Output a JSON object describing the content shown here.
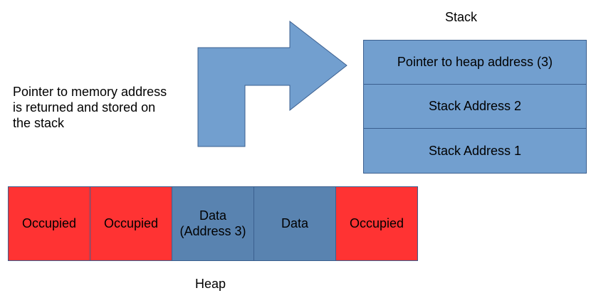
{
  "caption": {
    "line1": "Pointer to memory address",
    "line2": "is returned and stored on",
    "line3": "the stack"
  },
  "stack": {
    "title": "Stack",
    "cells": [
      {
        "label": "Pointer to heap address (3)"
      },
      {
        "label": "Stack Address 2"
      },
      {
        "label": "Stack Address 1"
      }
    ]
  },
  "heap": {
    "title": "Heap",
    "cells": [
      {
        "label": "Occupied",
        "kind": "occupied"
      },
      {
        "label": "Occupied",
        "kind": "occupied"
      },
      {
        "label_line1": "Data",
        "label_line2": "(Address 3)",
        "kind": "data"
      },
      {
        "label": "Data",
        "kind": "data"
      },
      {
        "label": "Occupied",
        "kind": "occupied"
      }
    ]
  },
  "colors": {
    "stack_fill": "#729fcf",
    "occupied_fill": "#ff3333",
    "data_fill": "#5983b0",
    "arrow_fill": "#729fcf",
    "border": "#3b5f8f"
  },
  "icons": {
    "arrow": "bent-arrow-icon"
  }
}
